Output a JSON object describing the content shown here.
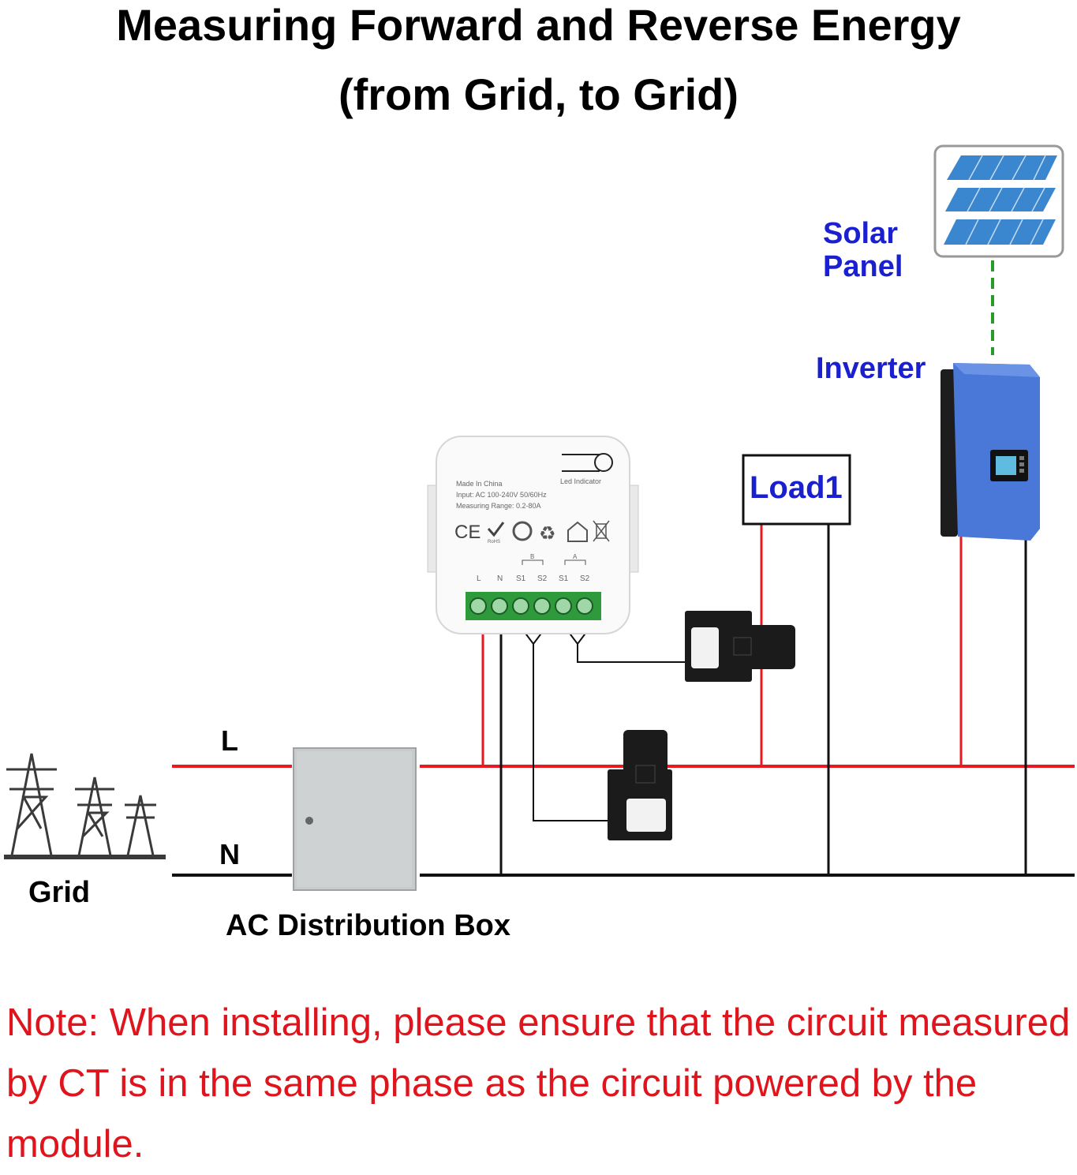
{
  "title": {
    "line1": "Measuring Forward and Reverse Energy",
    "line2": "(from Grid, to Grid)"
  },
  "labels": {
    "solar_panel_line1": "Solar",
    "solar_panel_line2": "Panel",
    "inverter": "Inverter",
    "load": "Load1",
    "line_l": "L",
    "line_n": "N",
    "grid": "Grid",
    "distribution_box": "AC Distribution Box"
  },
  "meter": {
    "led_label": "Led Indicator",
    "info_line1": "Made In China",
    "info_line2": "Input: AC 100-240V 50/60Hz",
    "info_line3": "Measuring Range: 0.2-80A",
    "cert_ce": "CE",
    "cert_rohs": "RoHS",
    "channel_b": "B",
    "channel_a": "A",
    "terminals": [
      "L",
      "N",
      "S1",
      "S2",
      "S1",
      "S2"
    ]
  },
  "colors": {
    "live_wire": "#e8191f",
    "neutral_wire": "#111111",
    "dc_link": "#2a9a2a",
    "label_blue": "#1a1fd0",
    "note_red": "#e0141c",
    "inverter_blue": "#4a78d8",
    "terminal_green": "#2e9a3c"
  },
  "note": "Note: When installing, please ensure that the circuit measured by CT is in the same phase as the circuit powered by the module."
}
